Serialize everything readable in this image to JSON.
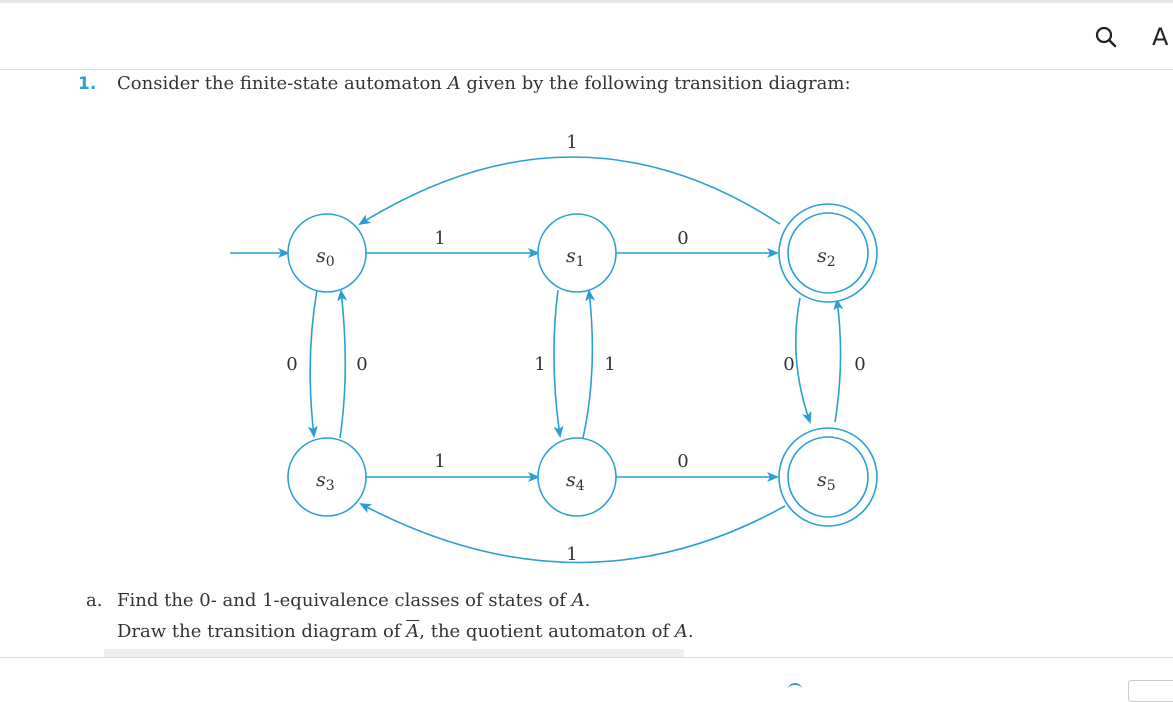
{
  "header": {
    "partial_label": "A"
  },
  "question": {
    "number": "1.",
    "text_before": "Consider the finite-state automaton ",
    "automaton": "A",
    "text_after": " given by the following transition diagram:"
  },
  "diagram": {
    "states": {
      "s0": "s",
      "s0_sub": "0",
      "s1": "s",
      "s1_sub": "1",
      "s2": "s",
      "s2_sub": "2",
      "s3": "s",
      "s3_sub": "3",
      "s4": "s",
      "s4_sub": "4",
      "s5": "s",
      "s5_sub": "5"
    },
    "labels": {
      "top_arc": "1",
      "s0_s1": "1",
      "s1_s2": "0",
      "s3_s4": "1",
      "s4_s5": "0",
      "bottom_arc": "1",
      "s0_s3_left": "0",
      "s0_s3_right": "0",
      "s1_s4_left": "1",
      "s1_s4_right": "1",
      "s2_s5_left": "0",
      "s2_s5_right": "0"
    },
    "colors": {
      "edge": "#2a9fd6",
      "state": "#2a9fd6"
    }
  },
  "parts": {
    "a_label": "a.",
    "a_text_before": "Find the 0- and 1-equivalence classes of states of ",
    "a_var": "A",
    "a_text_after": ".",
    "b_text_before": "Draw the transition diagram of ",
    "b_var": "A",
    "b_text_mid": ", the quotient automaton of ",
    "b_var2": "A",
    "b_text_after": "."
  }
}
